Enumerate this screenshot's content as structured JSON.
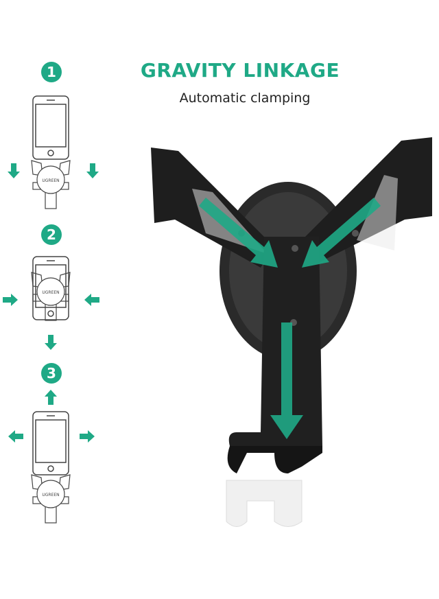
{
  "header": {
    "title": "GRAVITY LINKAGE",
    "subtitle": "Automatic clamping"
  },
  "steps": [
    {
      "number": "1"
    },
    {
      "number": "2"
    },
    {
      "number": "3"
    }
  ],
  "logo_text": "UGREEN",
  "colors": {
    "accent": "#1fa986",
    "product": "#1c1c1c",
    "outline": "#444444"
  },
  "icons": [
    "arrow-down-icon",
    "arrow-left-icon",
    "arrow-right-icon",
    "arrow-up-icon",
    "phone-icon",
    "car-mount-icon"
  ]
}
